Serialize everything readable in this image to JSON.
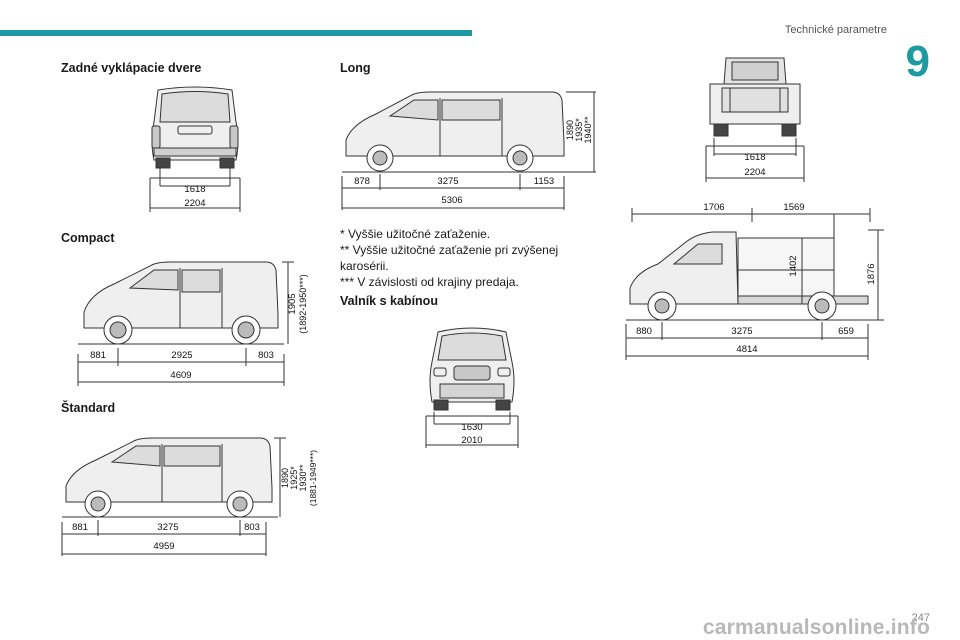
{
  "header": {
    "title": "Technické parametre",
    "chapter": "9"
  },
  "sections": {
    "rear_doors": "Zadné vyklápacie dvere",
    "compact": "Compact",
    "standard": "Štandard",
    "long": "Long",
    "flatbed": "Valník s kabínou"
  },
  "dims": {
    "rear_doors": {
      "inner": "1618",
      "outer": "2204"
    },
    "compact": {
      "front": "881",
      "wheelbase": "2925",
      "rear": "803",
      "total": "4609",
      "h1": "1905",
      "h2": "(1892-1950***)"
    },
    "standard": {
      "front": "881",
      "wheelbase": "3275",
      "rear": "803",
      "total": "4959",
      "h1": "1890",
      "h2": "1925*",
      "h3": "1930**",
      "h4": "(1881-1949***)"
    },
    "long": {
      "front": "878",
      "wheelbase": "3275",
      "rear": "1153",
      "total": "5306",
      "h1": "1890",
      "h2": "1935*",
      "h3": "1940**"
    },
    "flatbed_front": {
      "inner": "1630",
      "outer": "2010"
    },
    "flatbed_rear": {
      "inner": "1618",
      "outer": "2204"
    },
    "flatbed_side": {
      "cab": "1706",
      "bed": "1569",
      "bed_h": "1402",
      "height": "1876",
      "front": "880",
      "wheelbase": "3275",
      "rear": "659",
      "total": "4814"
    }
  },
  "notes": {
    "n1": "* Vyššie užitočné zaťaženie.",
    "n2": "** Vyššie užitočné zaťaženie pri zvýšenej",
    "n2b": "karosérii.",
    "n3": "*** V závislosti od krajiny predaja."
  },
  "footer": {
    "page": "247",
    "watermark": "carmanualsonline.info"
  }
}
